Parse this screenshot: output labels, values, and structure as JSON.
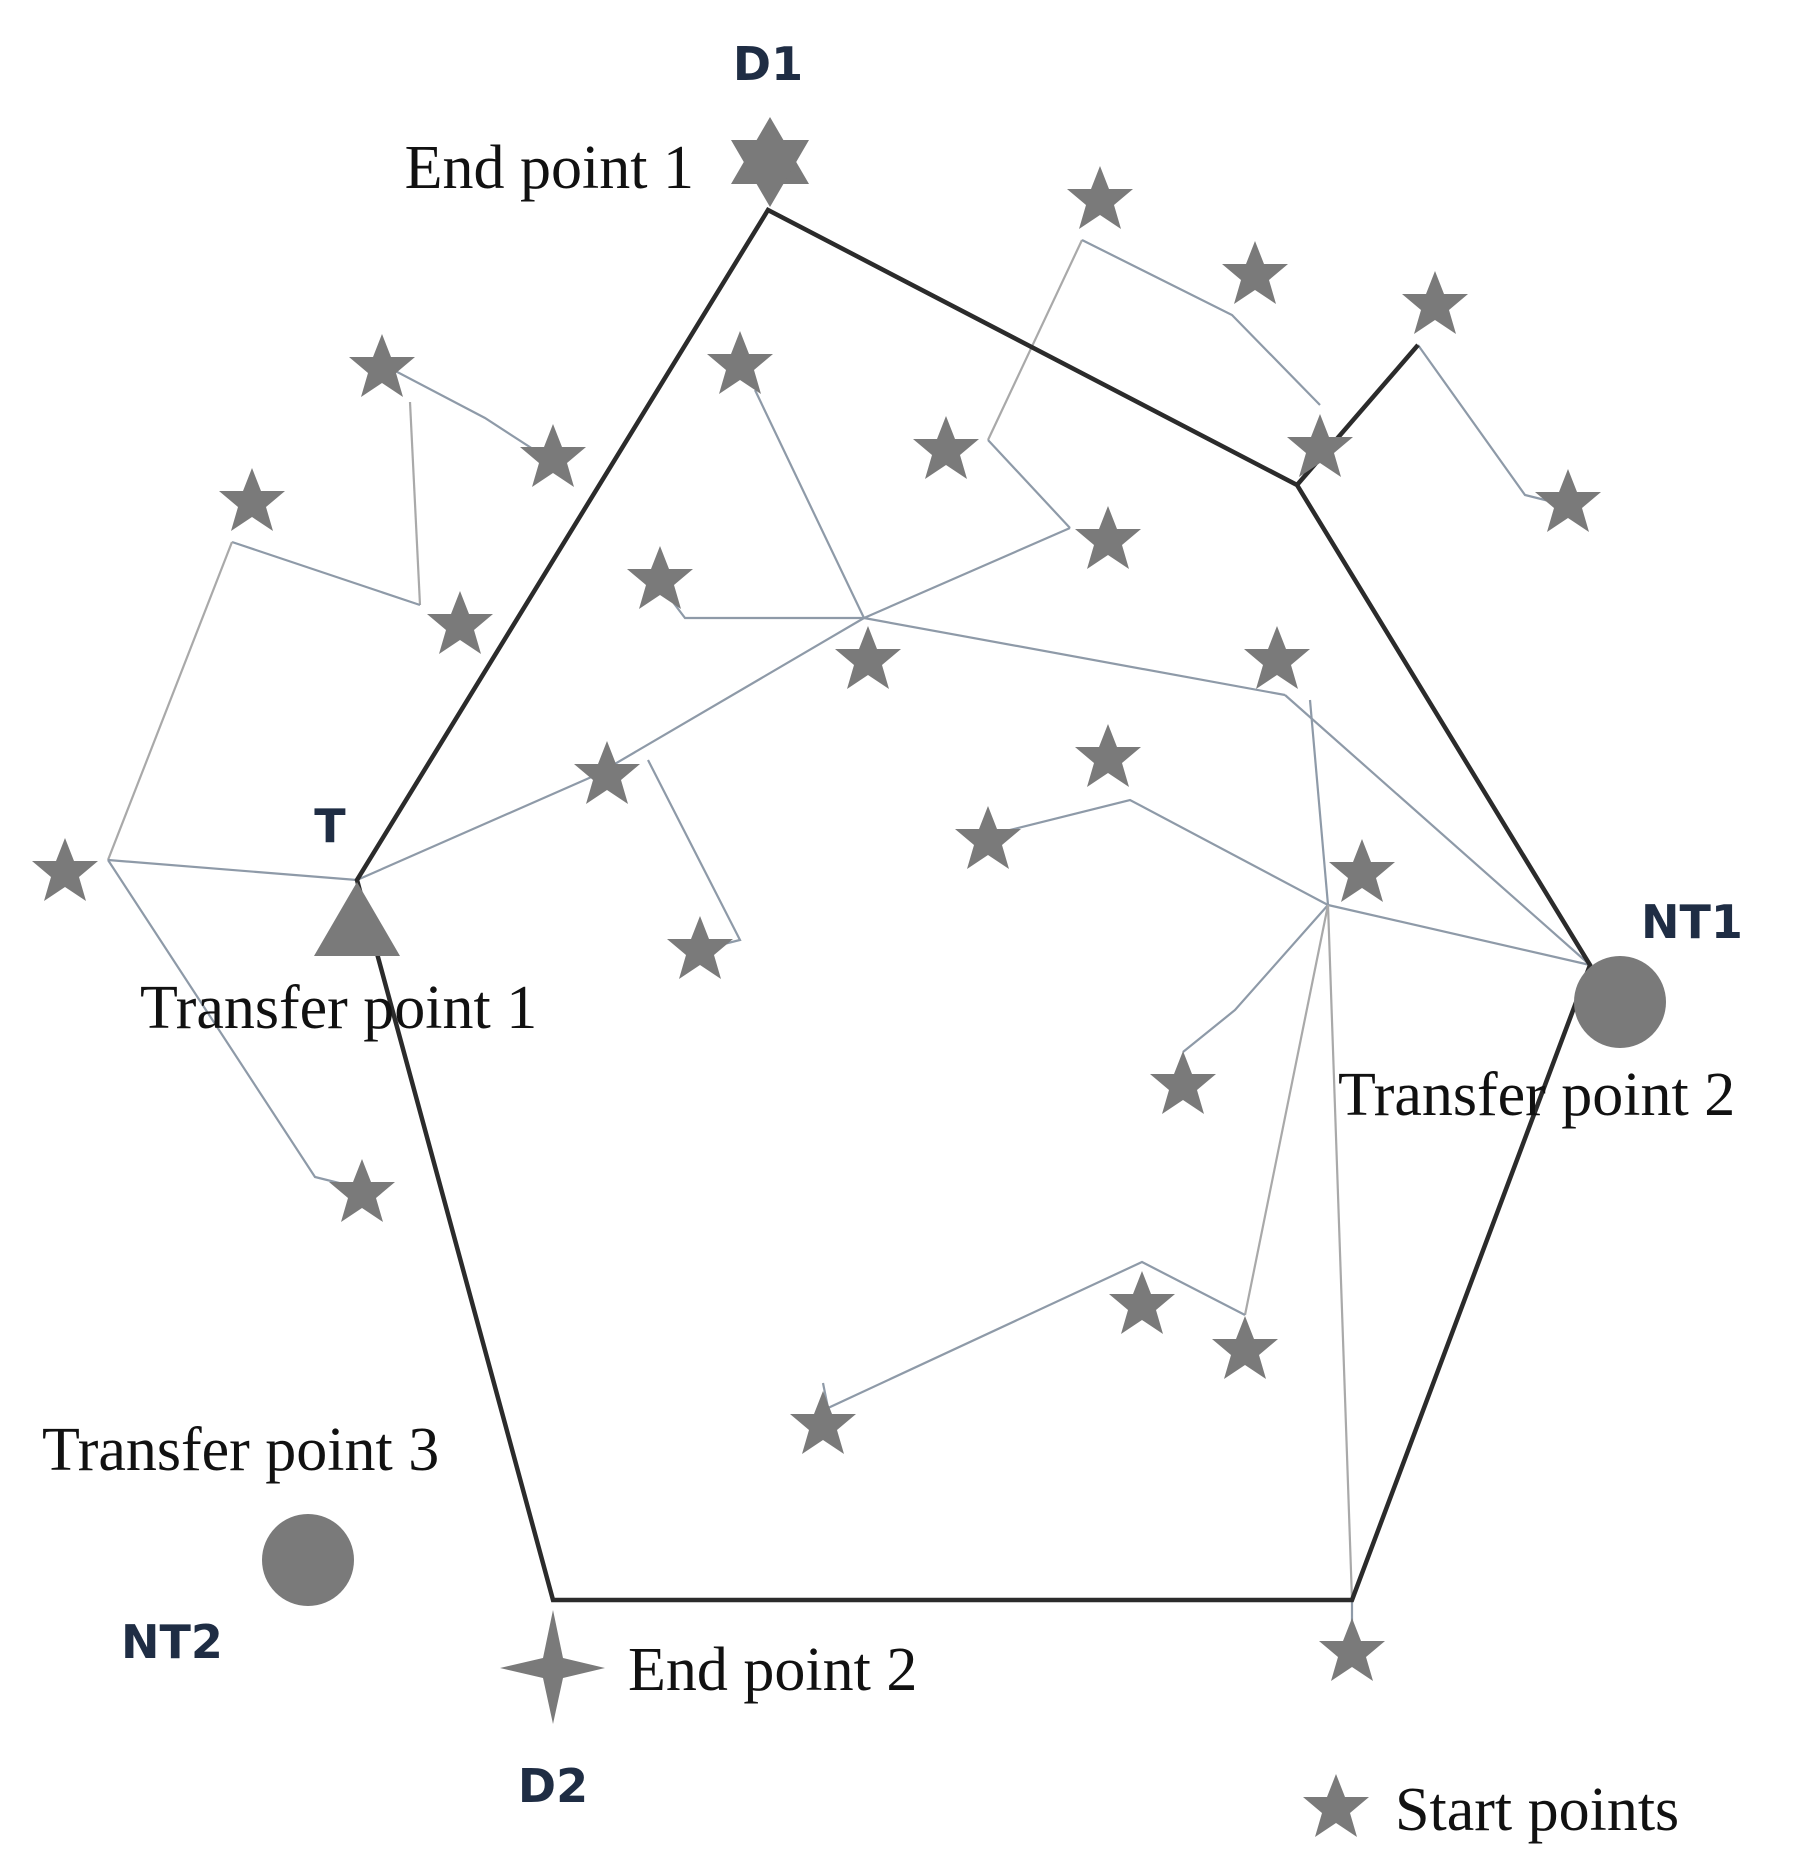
{
  "labels": {
    "d1": "D1",
    "end_point_1": "End point 1",
    "t": "T",
    "transfer_point_1": "Transfer point 1",
    "nt1": "NT1",
    "transfer_point_2": "Transfer point 2",
    "transfer_point_3": "Transfer point 3",
    "nt2": "NT2",
    "end_point_2": "End point 2",
    "d2": "D2"
  },
  "legend": {
    "start_points": "Start points"
  },
  "colors": {
    "marker": "#7a7a7a",
    "route_bold": "#2b2b2b",
    "route_thin": "#8e9aa8",
    "code_label": "#1f2d44"
  }
}
